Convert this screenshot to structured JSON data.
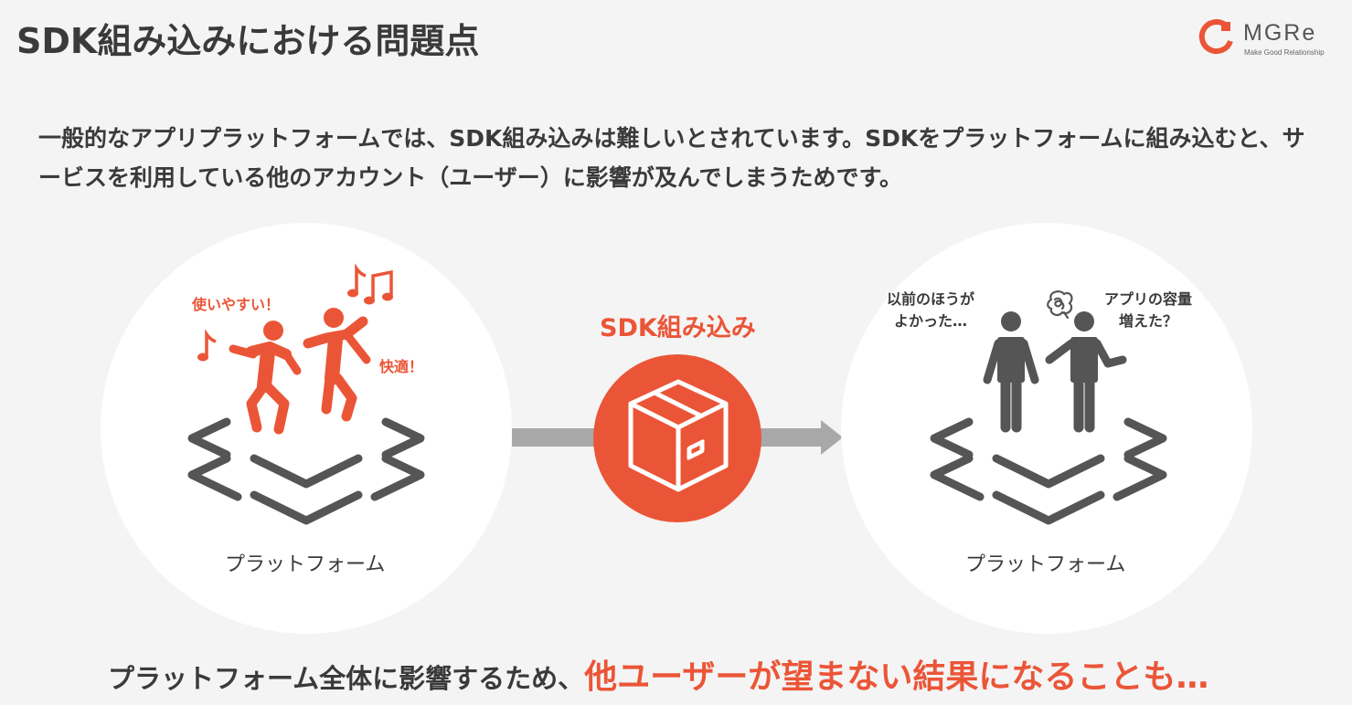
{
  "title": "SDK組み込みにおける問題点",
  "logo": {
    "name": "MGRe",
    "tagline": "Make Good Relationship"
  },
  "intro": "一般的なアプリプラットフォームでは、SDK組み込みは難しいとされています。SDKをプラットフォームに組み込むと、サービスを利用している他のアカウント（ユーザー）に影響が及んでしまうためです。",
  "left_panel": {
    "platform_label": "プラットフォーム",
    "bubble_easy": "使いやすい！",
    "bubble_comfort": "快適！"
  },
  "center": {
    "label": "SDK組み込み"
  },
  "right_panel": {
    "platform_label": "プラットフォーム",
    "bubble_before_1": "以前のほうが",
    "bubble_before_2": "よかった…",
    "bubble_size_1": "アプリの容量",
    "bubble_size_2": "増えた？"
  },
  "bottom": {
    "lead": "プラットフォーム全体に影響するため、",
    "highlight": "他ユーザーが望まない結果になることも…"
  },
  "colors": {
    "accent": "#eb5537",
    "text": "#3a3a3a",
    "icon_gray": "#555555",
    "arrow": "#a8a8a8",
    "background": "#f4f4f4"
  }
}
